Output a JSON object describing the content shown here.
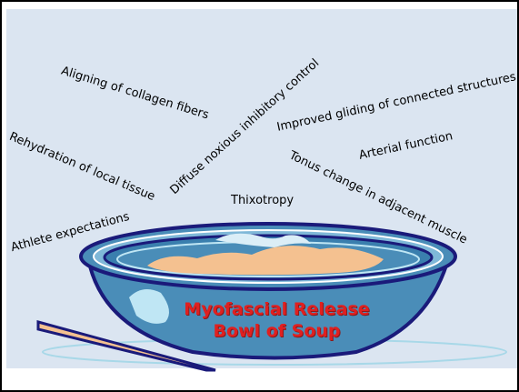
{
  "labels": {
    "aligning": "Aligning of collagen fibers",
    "diffuse": "Diffuse noxious inhibitory control",
    "gliding": "Improved gliding of connected structures",
    "arterial": "Arterial function",
    "rehydration": "Rehydration of local tissue",
    "thixotropy": "Thixotropy",
    "tonus": "Tonus change in adjacent muscle",
    "athlete": "Athlete expectations"
  },
  "bowl": {
    "title_line1": "Myofascial Release",
    "title_line2": "Bowl of Soup"
  },
  "colors": {
    "background": "#dbe5f1",
    "bowl_blue": "#4a8db8",
    "bowl_outline": "#1a1a7a",
    "soup": "#f4c190",
    "title_red": "#e02020"
  }
}
